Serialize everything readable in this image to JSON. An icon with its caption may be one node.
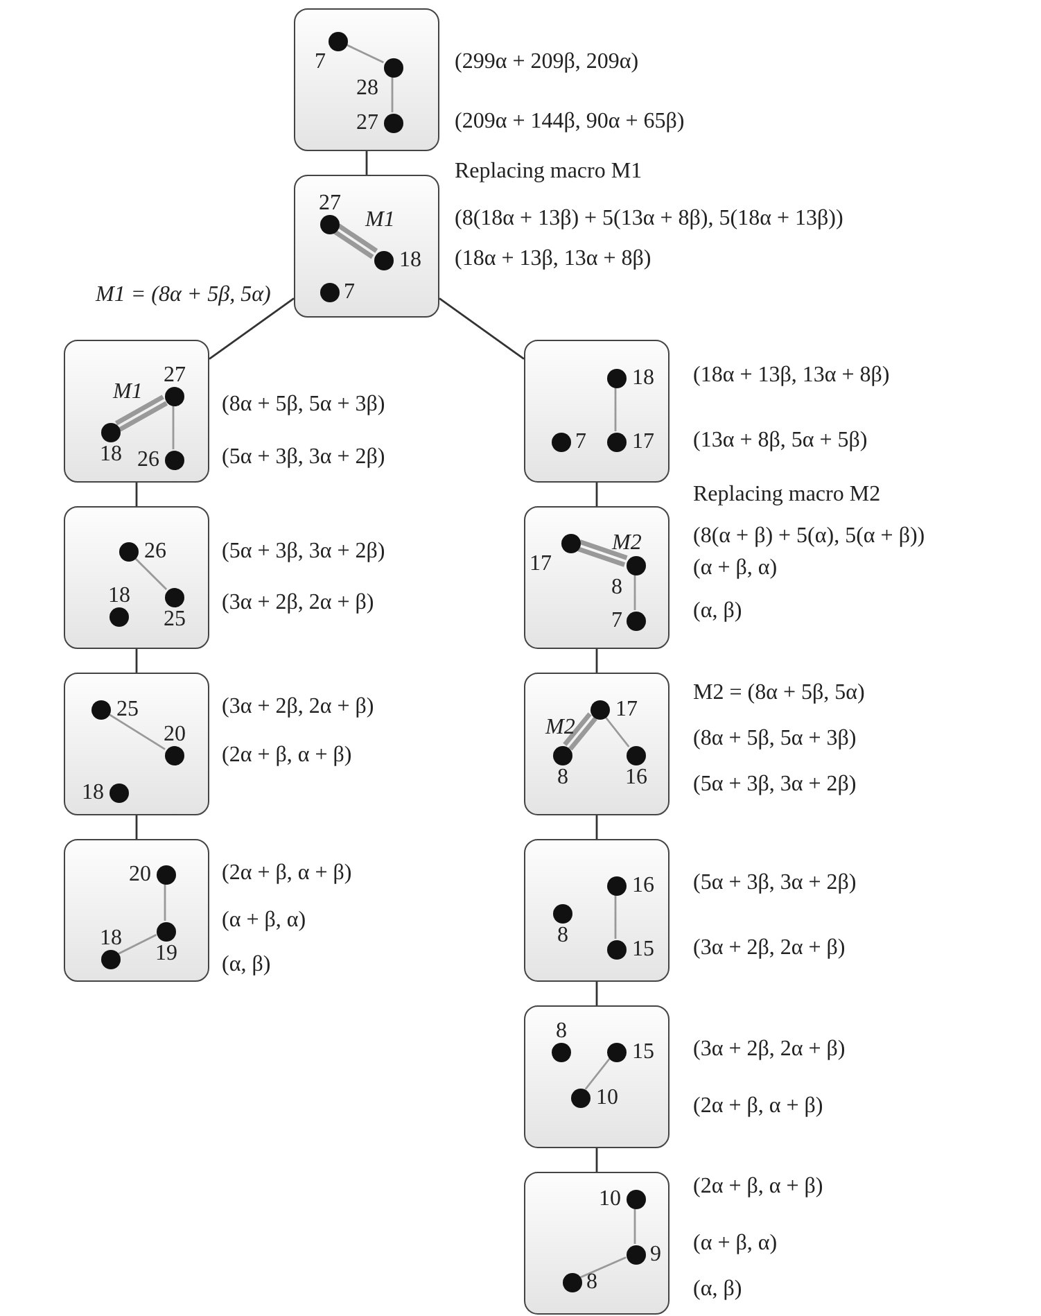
{
  "diagram": {
    "nodes": [
      {
        "text": [],
        "shape": "box",
        "beside": [
          "(299α + 209β, 209α)",
          "(209α + 144β, 90α + 65β)"
        ]
      },
      {
        "text": [
          "7"
        ],
        "in": 0
      },
      {
        "text": [
          "28"
        ],
        "in": 0
      },
      {
        "text": [
          "27"
        ],
        "in": 0
      },
      {
        "text": [],
        "shape": "box",
        "beside": [
          "Replacing macro M1",
          "(8(18α + 13β) + 5(13α + 8β), 5(18α + 13β))",
          "(18α + 13β, 13α + 8β)"
        ]
      },
      {
        "text": [
          "27"
        ],
        "in": 4
      },
      {
        "text": [
          "18"
        ],
        "in": 4
      },
      {
        "text": [
          "7"
        ],
        "in": 4
      },
      {
        "text": [],
        "shape": "box",
        "beside": [
          "(8α + 5β, 5α + 3β)",
          "(5α + 3β, 3α + 2β)"
        ]
      },
      {
        "text": [
          "27"
        ],
        "in": 8
      },
      {
        "text": [
          "18"
        ],
        "in": 8
      },
      {
        "text": [
          "26"
        ],
        "in": 8
      },
      {
        "text": [],
        "shape": "box",
        "beside": [
          "(5α + 3β, 3α + 2β)",
          "(3α + 2β, 2α + β)"
        ]
      },
      {
        "text": [
          "26"
        ],
        "in": 12
      },
      {
        "text": [
          "25"
        ],
        "in": 12
      },
      {
        "text": [
          "18"
        ],
        "in": 12
      },
      {
        "text": [],
        "shape": "box",
        "beside": [
          "(3α + 2β, 2α + β)",
          "(2α + β, α + β)"
        ]
      },
      {
        "text": [
          "25"
        ],
        "in": 16
      },
      {
        "text": [
          "20"
        ],
        "in": 16
      },
      {
        "text": [
          "18"
        ],
        "in": 16
      },
      {
        "text": [],
        "shape": "box",
        "beside": [
          "(2α + β, α + β)",
          "(α + β, α)",
          "(α, β)"
        ]
      },
      {
        "text": [
          "20"
        ],
        "in": 20
      },
      {
        "text": [
          "19"
        ],
        "in": 20
      },
      {
        "text": [
          "18"
        ],
        "in": 20
      },
      {
        "text": [],
        "shape": "box",
        "beside": [
          "(18α + 13β, 13α + 8β)",
          "(13α + 8β, 5α + 5β)"
        ]
      },
      {
        "text": [
          "18"
        ],
        "in": 24
      },
      {
        "text": [
          "7"
        ],
        "in": 24
      },
      {
        "text": [
          "17"
        ],
        "in": 24
      },
      {
        "text": [],
        "shape": "box",
        "beside": [
          "Replacing macro M2",
          "(8(α + β) + 5(α), 5(α + β))",
          "(α + β, α)",
          "(α, β)"
        ]
      },
      {
        "text": [
          "17"
        ],
        "in": 28
      },
      {
        "text": [
          "8"
        ],
        "in": 28
      },
      {
        "text": [
          "7"
        ],
        "in": 28
      },
      {
        "text": [],
        "shape": "box",
        "beside": [
          "M2 = (8α + 5β, 5α)",
          "(8α + 5β, 5α + 3β)",
          "(5α + 3β, 3α + 2β)"
        ]
      },
      {
        "text": [
          "17"
        ],
        "in": 32
      },
      {
        "text": [
          "8"
        ],
        "in": 32
      },
      {
        "text": [
          "16"
        ],
        "in": 32
      },
      {
        "text": [],
        "shape": "box",
        "beside": [
          "(5α + 3β, 3α + 2β)",
          "(3α + 2β, 2α + β)"
        ]
      },
      {
        "text": [
          "16"
        ],
        "in": 36
      },
      {
        "text": [
          "8"
        ],
        "in": 36
      },
      {
        "text": [
          "15"
        ],
        "in": 36
      },
      {
        "text": [],
        "shape": "box",
        "beside": [
          "(3α + 2β, 2α + β)",
          "(2α + β, α + β)"
        ]
      },
      {
        "text": [
          "8"
        ],
        "in": 40
      },
      {
        "text": [
          "15"
        ],
        "in": 40
      },
      {
        "text": [
          "10"
        ],
        "in": 40
      },
      {
        "text": [],
        "shape": "box",
        "beside": [
          "(2α + β, α + β)",
          "(α + β, α)",
          "(α, β)"
        ]
      },
      {
        "text": [
          "10"
        ],
        "in": 44
      },
      {
        "text": [
          "9"
        ],
        "in": 44
      },
      {
        "text": [
          "8"
        ],
        "in": 44
      }
    ],
    "edges": [
      {
        "from": 0,
        "to": 4,
        "arrow": "none",
        "color": "#333333"
      },
      {
        "from": 4,
        "to": 8,
        "arrow": "none",
        "color": "#333333",
        "label": "M1 = (8α + 5β, 5α)"
      },
      {
        "from": 4,
        "to": 24,
        "arrow": "none",
        "color": "#333333"
      },
      {
        "from": 8,
        "to": 12,
        "arrow": "none",
        "color": "#333333"
      },
      {
        "from": 12,
        "to": 16,
        "arrow": "none",
        "color": "#333333"
      },
      {
        "from": 16,
        "to": 20,
        "arrow": "none",
        "color": "#333333"
      },
      {
        "from": 24,
        "to": 28,
        "arrow": "none",
        "color": "#333333"
      },
      {
        "from": 28,
        "to": 32,
        "arrow": "none",
        "color": "#333333"
      },
      {
        "from": 32,
        "to": 36,
        "arrow": "none",
        "color": "#333333"
      },
      {
        "from": 36,
        "to": 40,
        "arrow": "none",
        "color": "#333333"
      },
      {
        "from": 40,
        "to": 44,
        "arrow": "none",
        "color": "#333333"
      },
      {
        "from": 1,
        "to": 2,
        "arrow": "none"
      },
      {
        "from": 2,
        "to": 3,
        "arrow": "none"
      },
      {
        "from": 5,
        "to": 6,
        "arrow": "none",
        "style": "thick",
        "label": "M1"
      },
      {
        "from": 9,
        "to": 10,
        "arrow": "none",
        "style": "thick",
        "label": "M1"
      },
      {
        "from": 9,
        "to": 11,
        "arrow": "none"
      },
      {
        "from": 13,
        "to": 14,
        "arrow": "none"
      },
      {
        "from": 17,
        "to": 18,
        "arrow": "none"
      },
      {
        "from": 21,
        "to": 22,
        "arrow": "none"
      },
      {
        "from": 22,
        "to": 23,
        "arrow": "none"
      },
      {
        "from": 25,
        "to": 27,
        "arrow": "none"
      },
      {
        "from": 29,
        "to": 30,
        "arrow": "none",
        "style": "thick",
        "label": "M2"
      },
      {
        "from": 30,
        "to": 31,
        "arrow": "none"
      },
      {
        "from": 33,
        "to": 34,
        "arrow": "none",
        "style": "thick",
        "label": "M2"
      },
      {
        "from": 33,
        "to": 35,
        "arrow": "none"
      },
      {
        "from": 37,
        "to": 39,
        "arrow": "none"
      },
      {
        "from": 42,
        "to": 43,
        "arrow": "none"
      },
      {
        "from": 45,
        "to": 46,
        "arrow": "none"
      },
      {
        "from": 46,
        "to": 47,
        "arrow": "none"
      }
    ]
  }
}
